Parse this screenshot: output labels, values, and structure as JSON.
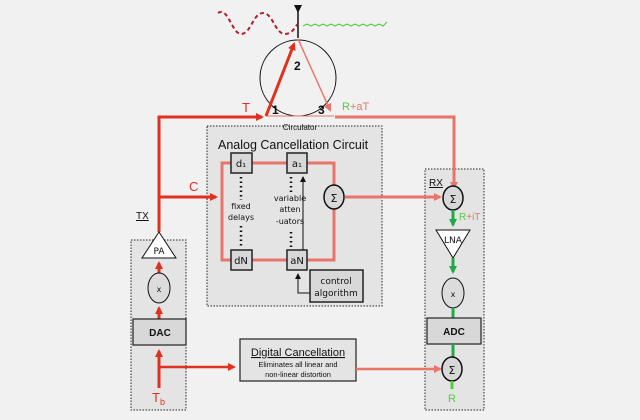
{
  "colors": {
    "background": "#f1f1f1",
    "tx_red": "#e03020",
    "rx_pink": "#e8756a",
    "green": "#22a84a",
    "light_green": "#55cc44",
    "dark_red_wave": "#b0202a",
    "box_fill": "#d8d8d8",
    "panel_fill": "#e4e4e4"
  },
  "circulator": {
    "label": "Circulator",
    "port1": "1",
    "port2": "2",
    "port3": "3",
    "input_label": "T",
    "output_label_r": "R",
    "output_label_rest": "+aT"
  },
  "analog": {
    "title": "Analog Cancellation Circuit",
    "d1": "d₁",
    "dN": "dN",
    "a1": "a₁",
    "aN": "aN",
    "fixed_delays_line1": "fixed",
    "fixed_delays_line2": "delays",
    "atten_line1": "variable",
    "atten_line2": "atten",
    "atten_line3": "-uators",
    "sum": "Σ",
    "control_line1": "control",
    "control_line2": "algorithm",
    "input_label": "C"
  },
  "tx": {
    "label": "TX",
    "pa": "PA",
    "mixer": "x",
    "dac": "DAC",
    "input_label_main": "T",
    "input_label_sub": "b"
  },
  "rx": {
    "label": "RX",
    "sum1": "Σ",
    "after_sum_r": "R",
    "after_sum_rest": "+iT",
    "lna": "LNA",
    "mixer": "x",
    "adc": "ADC",
    "sum2": "Σ",
    "output_label": "R"
  },
  "digital": {
    "title": "Digital Cancellation",
    "desc_line1": "Eliminates all linear and",
    "desc_line2": "non-linear distortion"
  }
}
